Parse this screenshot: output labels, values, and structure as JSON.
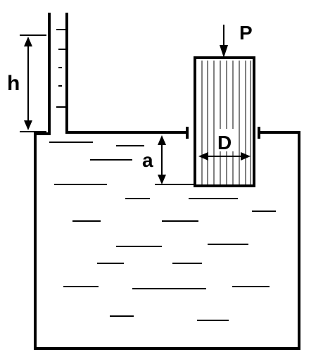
{
  "labels": {
    "force": "P",
    "height": "h",
    "depth": "a",
    "diameter": "D"
  },
  "colors": {
    "ink": "#000000",
    "background": "#ffffff"
  }
}
